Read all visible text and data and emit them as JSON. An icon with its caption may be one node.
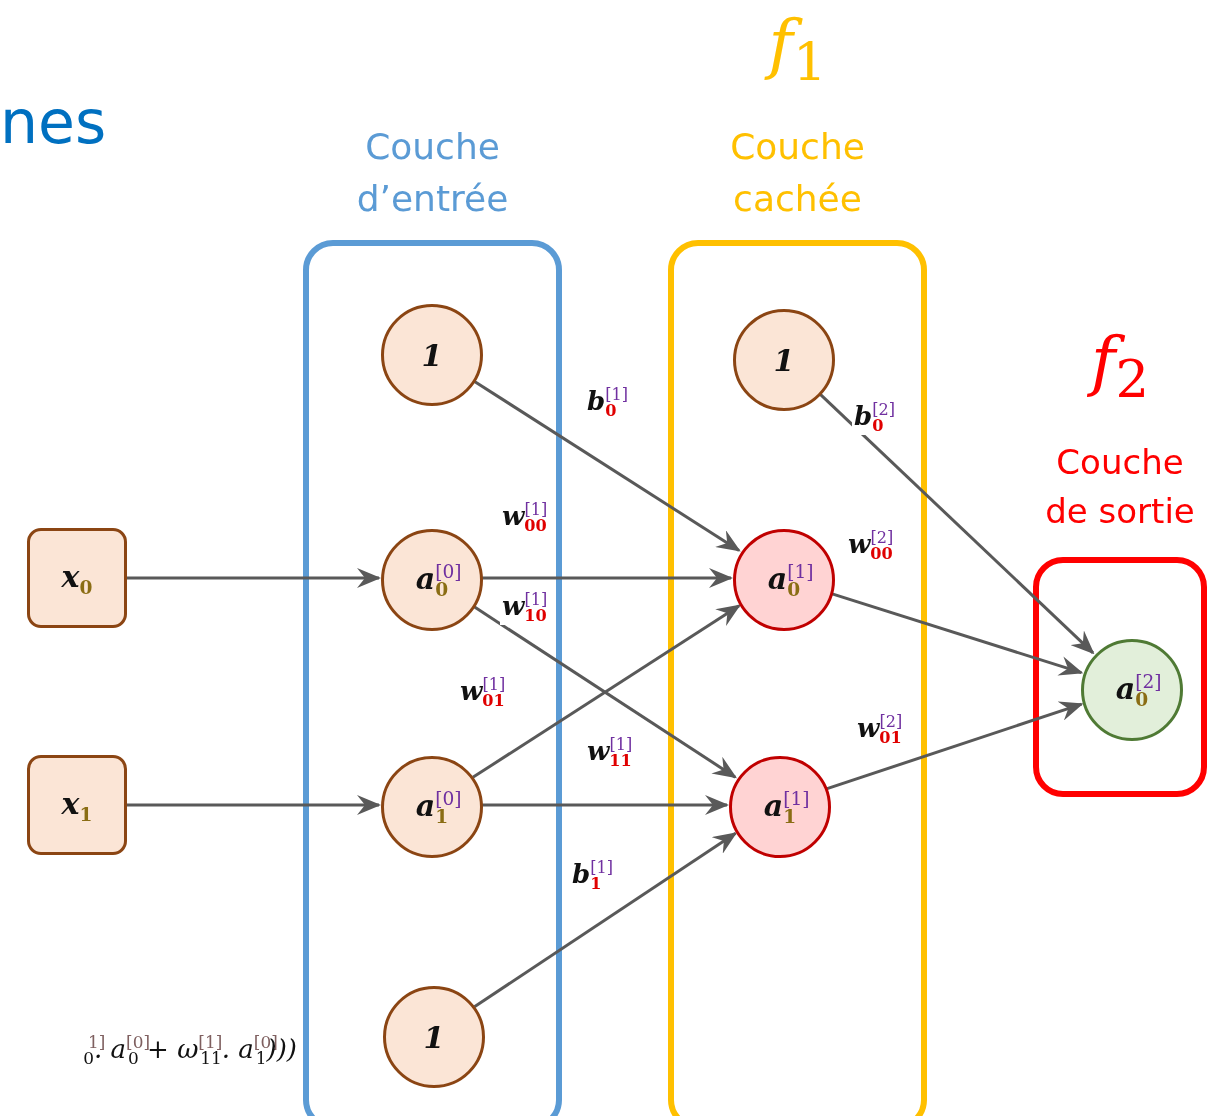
{
  "diagram": {
    "nodes": [
      {
        "text": [
          "x$_{0}$"
        ]
      },
      {
        "text": [
          "x$_{1}$"
        ]
      },
      {
        "text": [
          "Couche d’entrée"
        ]
      },
      {
        "text": [
          "1"
        ],
        "in": 2
      },
      {
        "text": [
          "a$^{[0]}$$_{0}$"
        ],
        "in": 2
      },
      {
        "text": [
          "a$^{[0]}$$_{1}$"
        ],
        "in": 2
      },
      {
        "text": [
          "1"
        ],
        "in": 2
      },
      {
        "text": [
          "f$_{1}$",
          "Couche cachée"
        ]
      },
      {
        "text": [
          "1"
        ],
        "in": 7
      },
      {
        "text": [
          "a$^{[1]}$$_{0}$"
        ],
        "in": 7
      },
      {
        "text": [
          "a$^{[1]}$$_{1}$"
        ],
        "in": 7
      },
      {
        "text": [
          "f$_{2}$",
          "Couche de sortie"
        ]
      },
      {
        "text": [
          "a$^{[2]}$$_{0}$"
        ],
        "in": 11
      }
    ],
    "edges": [
      {
        "from": 0,
        "to": 4,
        "arrow": "to"
      },
      {
        "from": 1,
        "to": 5,
        "arrow": "to"
      },
      {
        "from": 3,
        "to": 9,
        "arrow": "to",
        "label": "b$^{[1]}$$_{0}$"
      },
      {
        "from": 4,
        "to": 9,
        "arrow": "to",
        "label": "w$^{[1]}$$_{00}$"
      },
      {
        "from": 4,
        "to": 10,
        "arrow": "to",
        "label": "w$^{[1]}$$_{10}$"
      },
      {
        "from": 5,
        "to": 9,
        "arrow": "to",
        "label": "w$^{[1]}$$_{01}$"
      },
      {
        "from": 5,
        "to": 10,
        "arrow": "to",
        "label": "w$^{[1]}$$_{11}$"
      },
      {
        "from": 6,
        "to": 10,
        "arrow": "to",
        "label": "b$^{[1]}$$_{1}$"
      },
      {
        "from": 8,
        "to": 12,
        "arrow": "to",
        "label": "b$^{[2]}$$_{0}$"
      },
      {
        "from": 9,
        "to": 12,
        "arrow": "to",
        "label": "w$^{[2]}$$_{00}$"
      },
      {
        "from": 10,
        "to": 12,
        "arrow": "to",
        "label": "w$^{[2]}$$_{01}$"
      }
    ],
    "labels": [
      "nes",
      "$^{1]}$$_{0}$. a$^{[0]}$$_{0}$ + ω$^{[1]}$$_{11}$. a$^{[0]}$$_{1}$)))"
    ]
  }
}
